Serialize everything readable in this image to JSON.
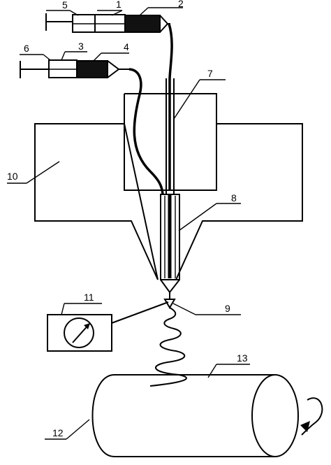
{
  "labels": {
    "n1": "1",
    "n2": "2",
    "n3": "3",
    "n4": "4",
    "n5": "5",
    "n6": "6",
    "n7": "7",
    "n8": "8",
    "n9": "9",
    "n10": "10",
    "n11": "11",
    "n12": "12",
    "n13": "13"
  }
}
